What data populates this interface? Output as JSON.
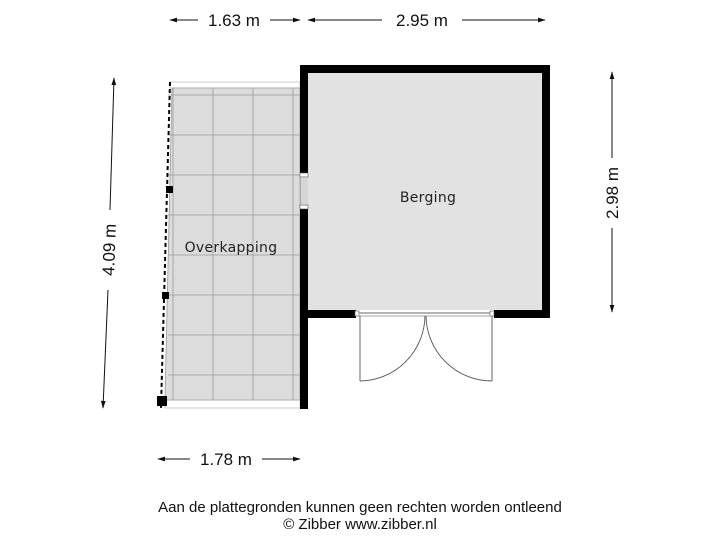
{
  "floorplan": {
    "rooms": [
      {
        "id": "overkapping",
        "label": "Overkapping"
      },
      {
        "id": "berging",
        "label": "Berging"
      }
    ],
    "dimensions": {
      "top_left": "1.63 m",
      "top_right": "2.95 m",
      "left": "4.09 m",
      "right": "2.98 m",
      "bottom": "1.78 m"
    },
    "colors": {
      "wall": "#000000",
      "floor": "#e2e2e2",
      "tile_floor": "#dcdcdc",
      "grid_line": "#9a9a9a",
      "background": "#ffffff"
    }
  },
  "footer": {
    "disclaimer": "Aan de plattegronden kunnen geen rechten worden ontleend",
    "copyright": "© Zibber www.zibber.nl"
  }
}
